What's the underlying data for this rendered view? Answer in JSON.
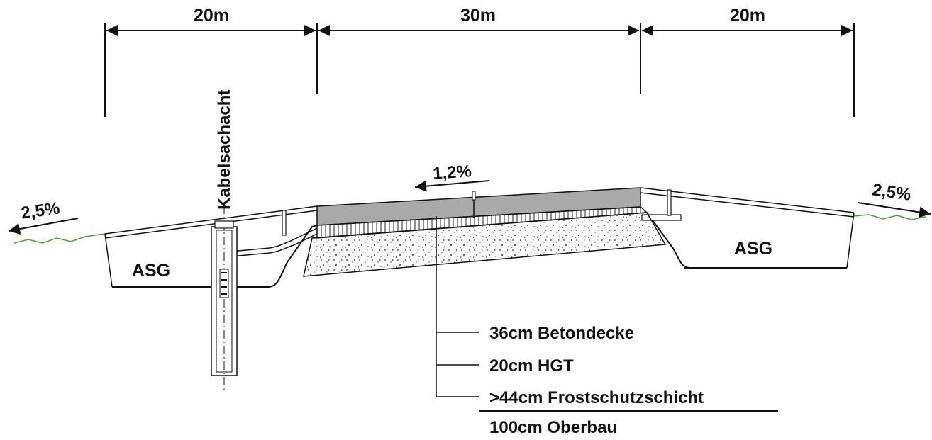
{
  "dimensions": {
    "left": "20m",
    "middle": "30m",
    "right": "20m"
  },
  "slopes": {
    "left": "2,5%",
    "runway": "1,2%",
    "right": "2,5%"
  },
  "zones": {
    "left": "ASG",
    "right": "ASG"
  },
  "cable_shaft_label": "Kabelsachacht",
  "layers": [
    "36cm Betondecke",
    "20cm HGT",
    ">44cm Frostschutzschicht"
  ],
  "total": "100cm Oberbau",
  "colors": {
    "ink": "#111111",
    "concrete": "#a9a9a9",
    "grass": "#4c9a3a"
  }
}
